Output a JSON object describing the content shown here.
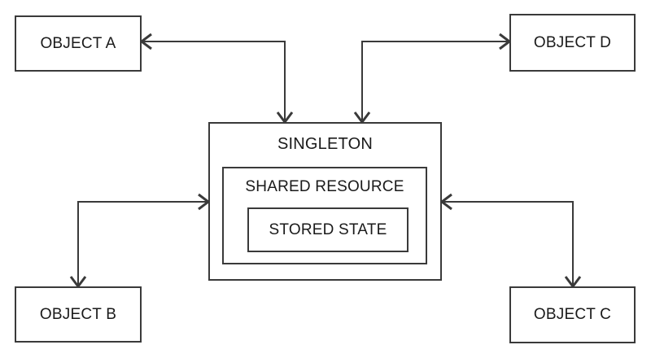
{
  "diagram": {
    "type": "singleton-pattern-block-diagram",
    "background_color": "#ffffff",
    "line_color": "#3a3a3a",
    "text_color": "#1a1a1a",
    "nodes": {
      "singleton": {
        "label": "SINGLETON",
        "shared_resource": {
          "label": "SHARED RESOURCE",
          "stored_state": {
            "label": "STORED STATE"
          }
        }
      },
      "object_a": {
        "label": "OBJECT A"
      },
      "object_b": {
        "label": "OBJECT B"
      },
      "object_c": {
        "label": "OBJECT C"
      },
      "object_d": {
        "label": "OBJECT D"
      }
    },
    "connections": [
      {
        "name": "singleton-to-object-a",
        "from": "SINGLETON",
        "to": "OBJECT A",
        "routing": "elbow-up-left",
        "arrowheads": "both"
      },
      {
        "name": "singleton-to-object-d",
        "from": "SINGLETON",
        "to": "OBJECT D",
        "routing": "elbow-up-right",
        "arrowheads": "both"
      },
      {
        "name": "object-b-to-singleton",
        "from": "OBJECT B",
        "to": "SINGLETON",
        "routing": "elbow-left-down",
        "arrowheads": "both"
      },
      {
        "name": "object-c-to-singleton",
        "from": "OBJECT C",
        "to": "SINGLETON",
        "routing": "elbow-right-down",
        "arrowheads": "both"
      }
    ]
  }
}
